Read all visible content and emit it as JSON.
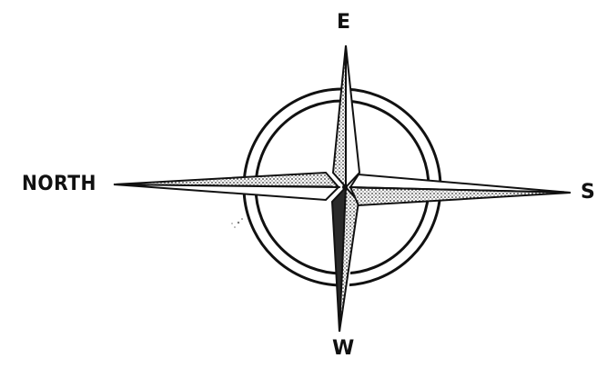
{
  "compass": {
    "labels": {
      "north": "NORTH",
      "south": "S",
      "east": "E",
      "west": "W"
    }
  },
  "colors": {
    "ink": "#111111",
    "paper": "#ffffff",
    "shade": "#4a4a4a"
  }
}
